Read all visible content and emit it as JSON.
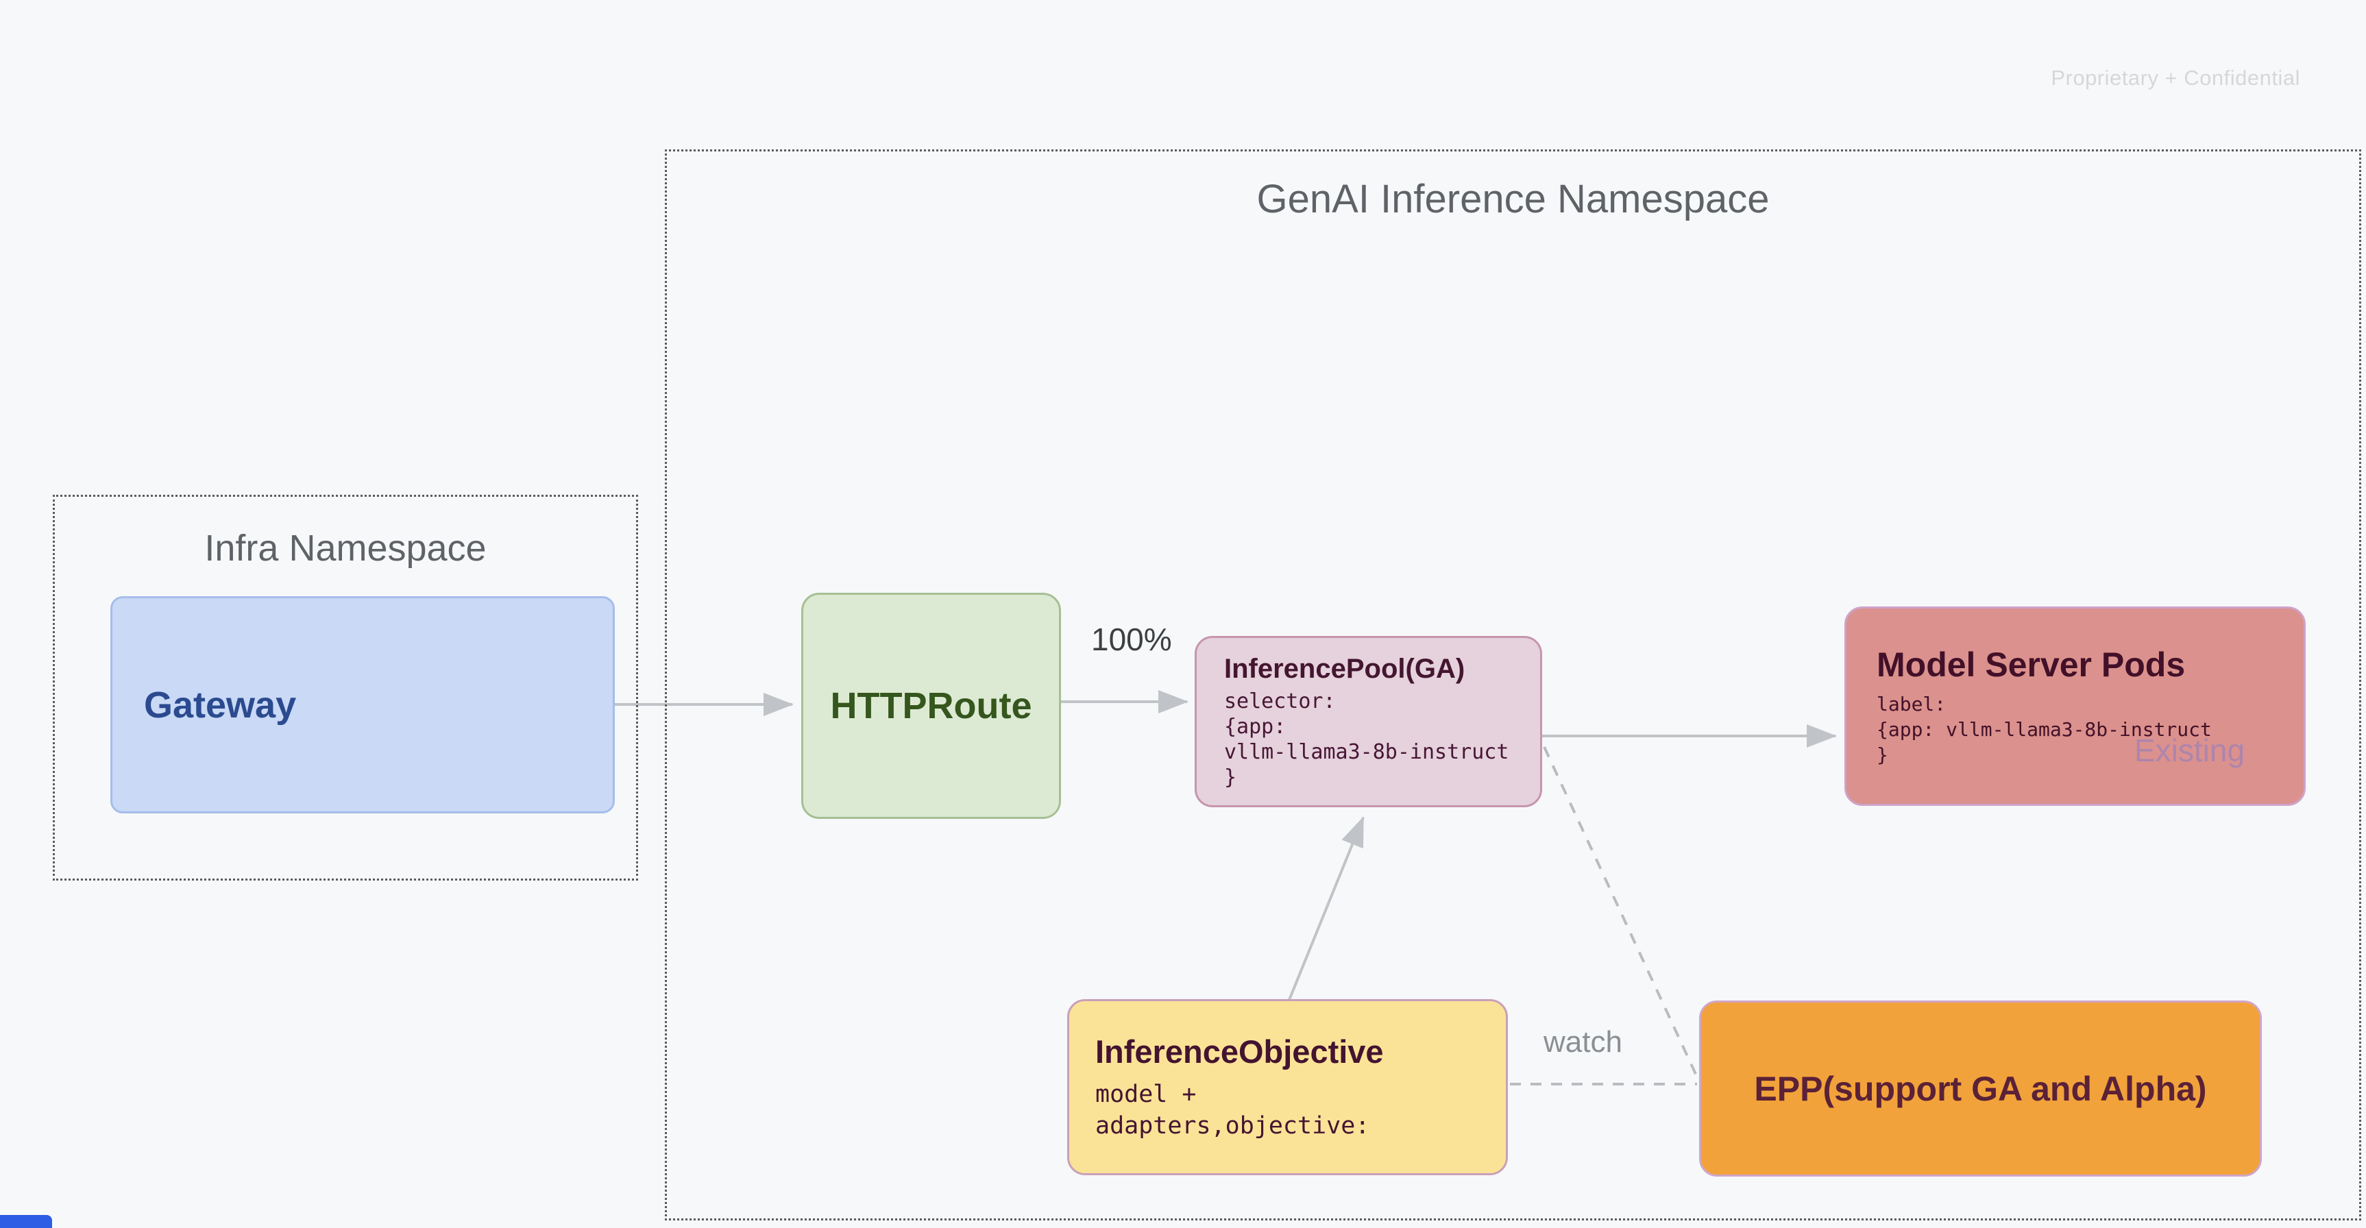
{
  "watermark": "Proprietary + Confidential",
  "namespaces": {
    "genai": {
      "label": "GenAI Inference Namespace"
    },
    "infra": {
      "label": "Infra Namespace"
    }
  },
  "nodes": {
    "gateway": {
      "label": "Gateway",
      "fill": "#c9d9f6",
      "border": "#a6bdeb",
      "text_color": "#2b4a8f"
    },
    "httproute": {
      "label": "HTTPRoute",
      "fill": "#dcead3",
      "border": "#a6bf94",
      "text_color": "#35561d"
    },
    "inference_pool": {
      "title": "InferencePool(GA)",
      "code": [
        "selector:",
        "{app:",
        "vllm-llama3-8b-instruct",
        "}"
      ],
      "fill": "#e5d2dc",
      "border": "#c795ad",
      "text_color": "#441630"
    },
    "model_server_pods": {
      "title": "Model Server Pods",
      "code": [
        "label:",
        "{app: vllm-llama3-8b-instruct",
        "}"
      ],
      "tag": "Existing",
      "fill": "#db918d",
      "border": "#cfa3c9",
      "text_color": "#421028",
      "tag_color": "#a783b2"
    },
    "inference_objective": {
      "title": "InferenceObjective",
      "code": [
        "model +",
        "adapters,objective:"
      ],
      "fill": "#fae397",
      "border": "#c9a0b8",
      "text_color": "#441330"
    },
    "epp": {
      "label": "EPP(support GA and Alpha)",
      "fill": "#f2a23a",
      "border": "#cfa6c9",
      "text_color": "#5a2138"
    }
  },
  "edges": {
    "route_weight_label": "100%",
    "watch_label": "watch"
  },
  "colors": {
    "background": "#f7f8f9",
    "arrow": "#c0c3c7",
    "dashed": "#b9bcc0",
    "namespace_border": "#5b5b5b",
    "namespace_label": "#5f6368",
    "watermark": "#d5d7da",
    "corner_accent": "#2d5ce5"
  }
}
